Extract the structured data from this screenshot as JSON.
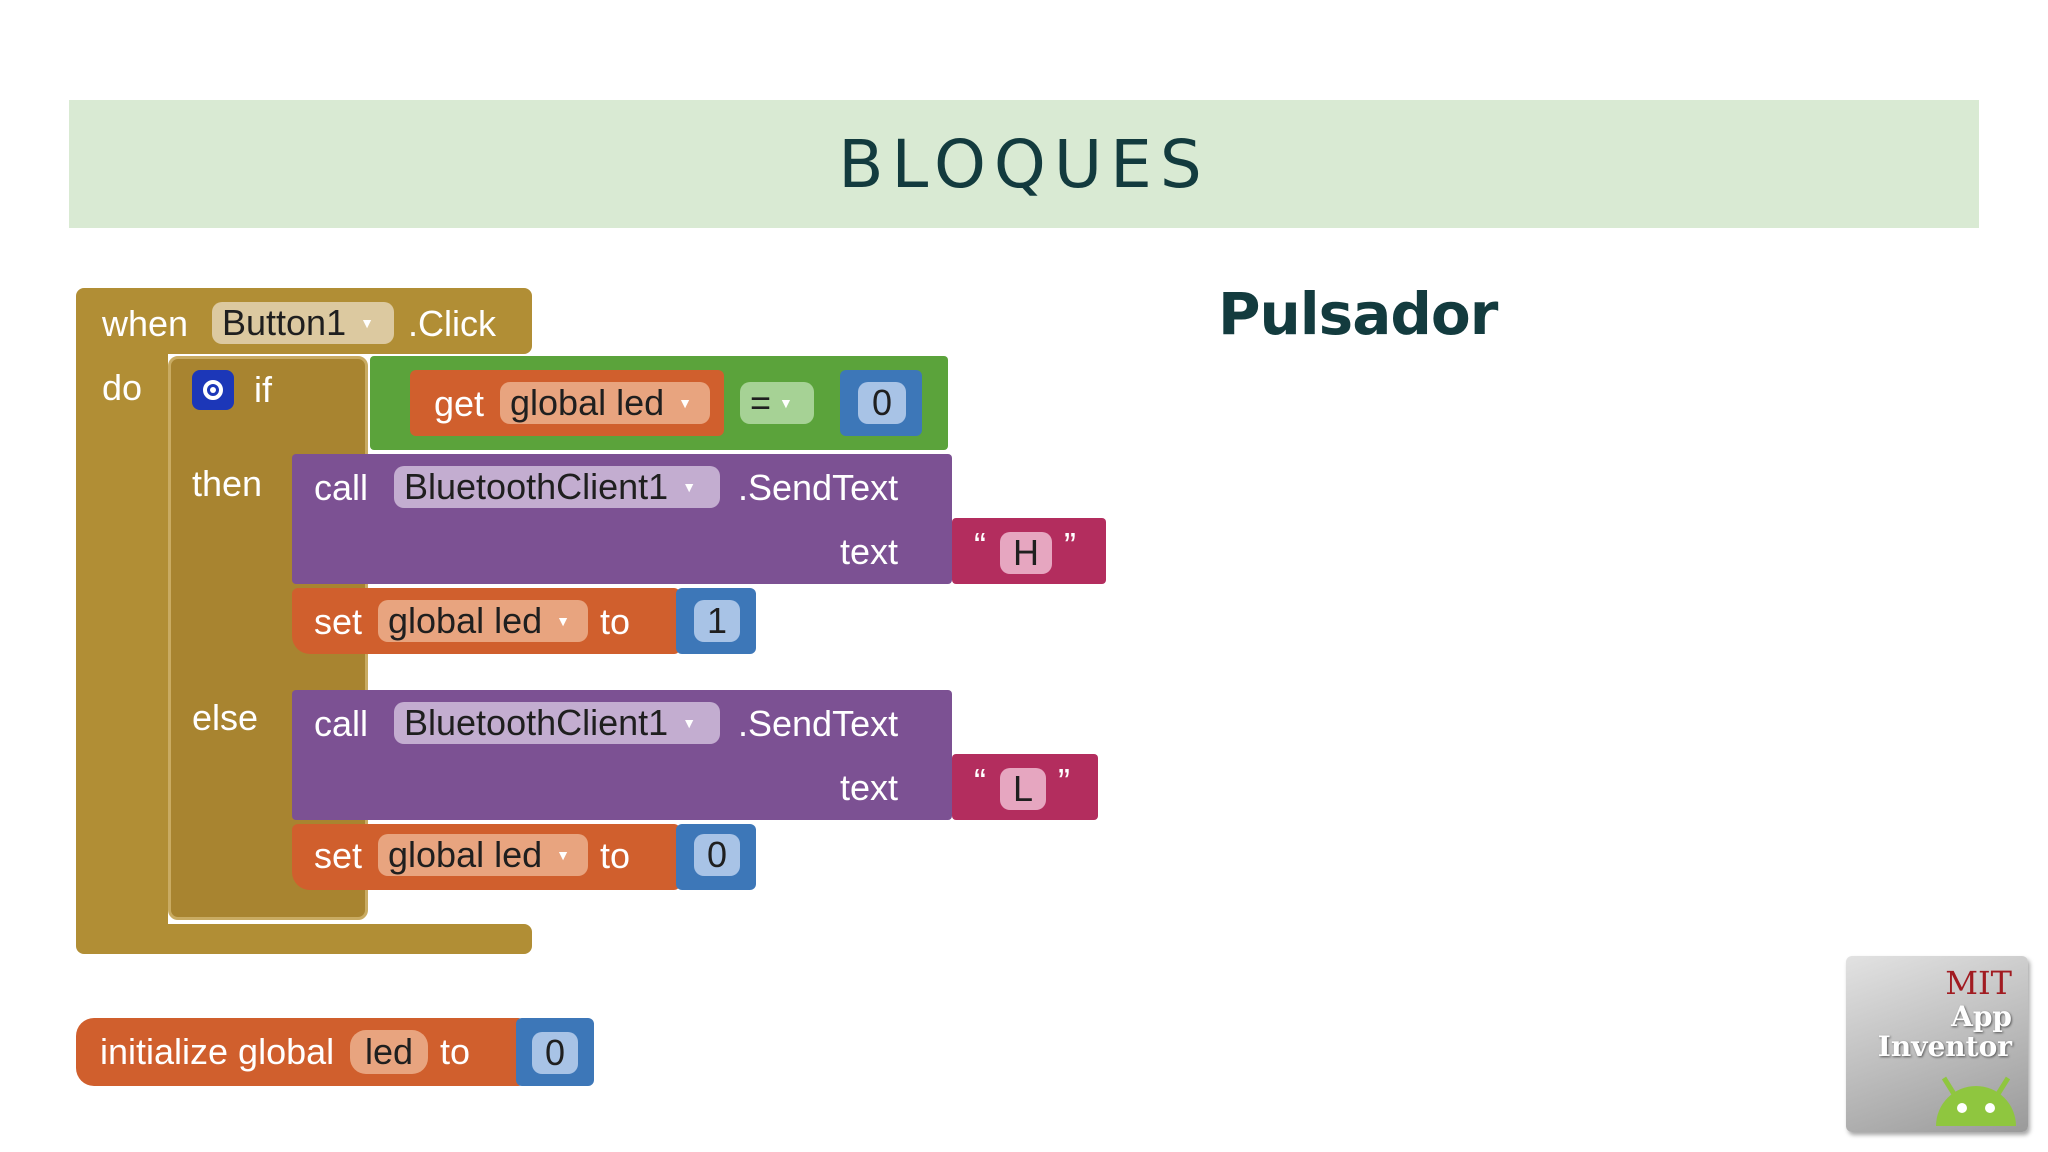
{
  "header": {
    "title": "BLOQUES"
  },
  "subtitle": "Pulsador",
  "event_block": {
    "when": "when",
    "component": "Button1",
    "event": ".Click",
    "do": "do"
  },
  "if_block": {
    "if": "if",
    "then": "then",
    "else": "else",
    "condition": {
      "get": "get",
      "variable": "global led",
      "operator": "=",
      "value": "0"
    }
  },
  "then_branch": {
    "call": "call",
    "component": "BluetoothClient1",
    "method": ".SendText",
    "param": "text",
    "text_value": "H",
    "set": "set",
    "variable": "global led",
    "to": "to",
    "value": "1"
  },
  "else_branch": {
    "call": "call",
    "component": "BluetoothClient1",
    "method": ".SendText",
    "param": "text",
    "text_value": "L",
    "set": "set",
    "variable": "global led",
    "to": "to",
    "value": "0"
  },
  "init_block": {
    "initialize": "initialize global",
    "name": "led",
    "to": "to",
    "value": "0"
  },
  "quote_open": "“",
  "quote_close": "”",
  "logo": {
    "line1": "MIT",
    "line2": "App",
    "line3": "Inventor"
  },
  "colors": {
    "control": "#b18e35",
    "logic": "#5ba33b",
    "variable": "#d05f2d",
    "procedure": "#7c5193",
    "text": "#b32d5e",
    "math": "#3d77b8",
    "banner": "#d9ead3",
    "title": "#133b3e"
  }
}
